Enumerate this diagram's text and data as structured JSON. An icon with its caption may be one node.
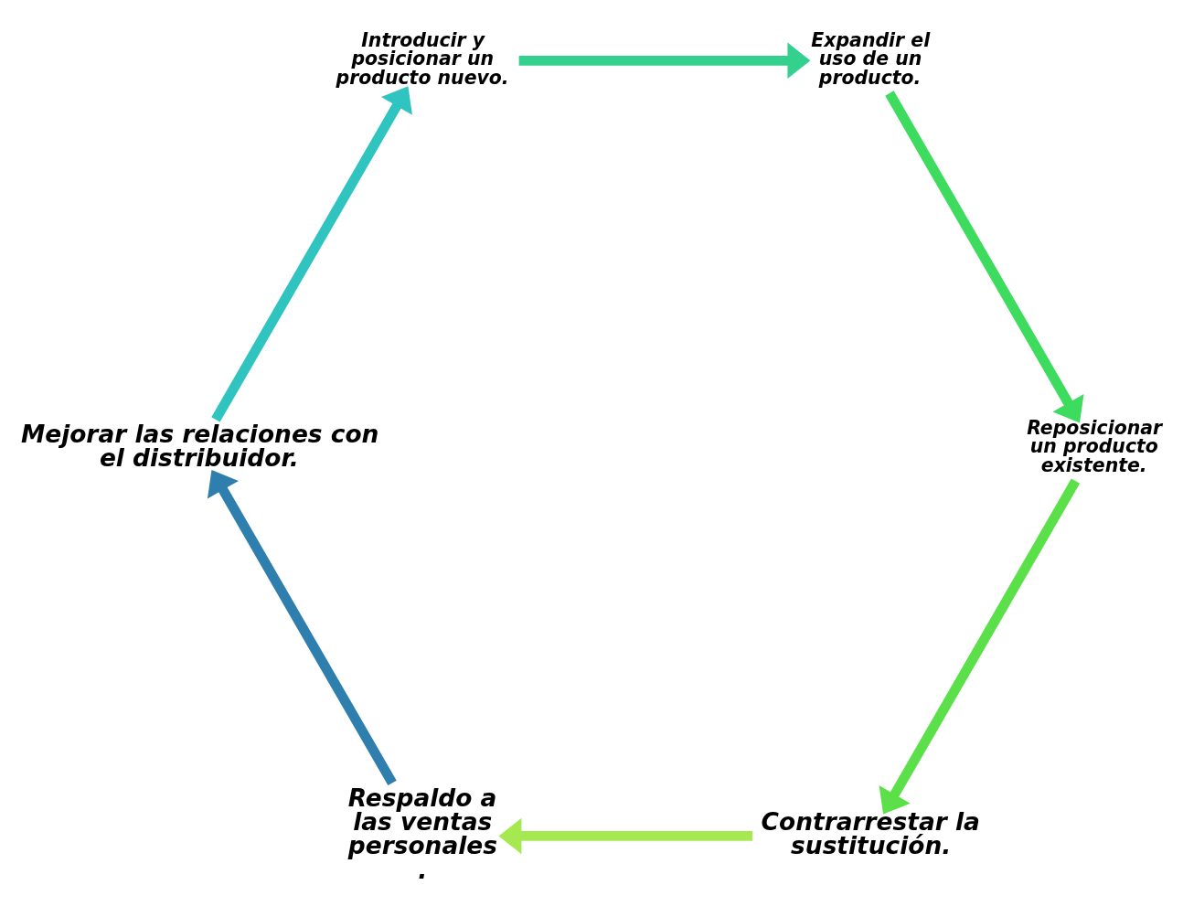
{
  "diagram": {
    "nodes": [
      {
        "text": [
          "Contrarrestar la sustitución."
        ]
      },
      {
        "text": [
          "Respaldo a las ventas personales ."
        ]
      },
      {
        "text": [
          "Mejorar las relaciones con el distribuidor."
        ]
      },
      {
        "text": [
          "Introducir y posicionar un producto nuevo."
        ]
      },
      {
        "text": [
          "Expandir el uso de un producto."
        ]
      },
      {
        "text": [
          "Reposicionar un producto existente."
        ]
      }
    ],
    "edges": [
      {
        "from": 0,
        "to": 1,
        "arrow": "to",
        "color": "#a6e84f"
      },
      {
        "from": 1,
        "to": 2,
        "arrow": "to",
        "color": "#2e7fad"
      },
      {
        "from": 2,
        "to": 3,
        "arrow": "to",
        "color": "#2fc4c0"
      },
      {
        "from": 3,
        "to": 4,
        "arrow": "to",
        "color": "#33d18d"
      },
      {
        "from": 4,
        "to": 5,
        "arrow": "to",
        "color": "#3ddb5e"
      },
      {
        "from": 5,
        "to": 0,
        "arrow": "to",
        "color": "#5ce04a"
      }
    ]
  }
}
